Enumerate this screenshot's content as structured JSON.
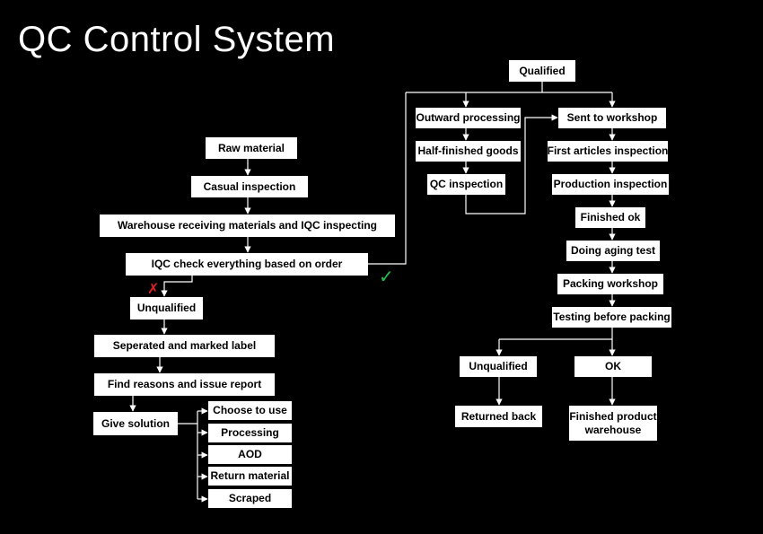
{
  "title": "QC Control System",
  "nodes": {
    "raw_material": "Raw material",
    "casual_inspection": "Casual inspection",
    "warehouse_receiving": "Warehouse receiving materials and IQC inspecting",
    "iqc_check": "IQC check everything based on order",
    "unqualified_left": "Unqualified",
    "separated": "Seperated and marked label",
    "find_reasons": "Find reasons and issue report",
    "give_solution": "Give solution",
    "choose_to_use": "Choose to use",
    "processing": "Processing",
    "aod": "AOD",
    "return_material": "Return material",
    "scraped": "Scraped",
    "qualified": "Qualified",
    "outward_processing": "Outward processing",
    "half_finished": "Half-finished goods",
    "qc_inspection": "QC inspection",
    "sent_to_workshop": "Sent to workshop",
    "first_articles": "First articles inspection",
    "production_inspection": "Production inspection",
    "finished_ok": "Finished ok",
    "aging_test": "Doing aging test",
    "packing_workshop": "Packing workshop",
    "testing_before_packing": "Testing before packing",
    "unqualified_right": "Unqualified",
    "ok": "OK",
    "returned_back": "Returned back",
    "finished_product_warehouse": "Finished product warehouse"
  },
  "marks": {
    "fail_icon": "x-mark-icon",
    "pass_icon": "check-mark-icon",
    "fail_color": "#e02020",
    "pass_color": "#22c050"
  }
}
